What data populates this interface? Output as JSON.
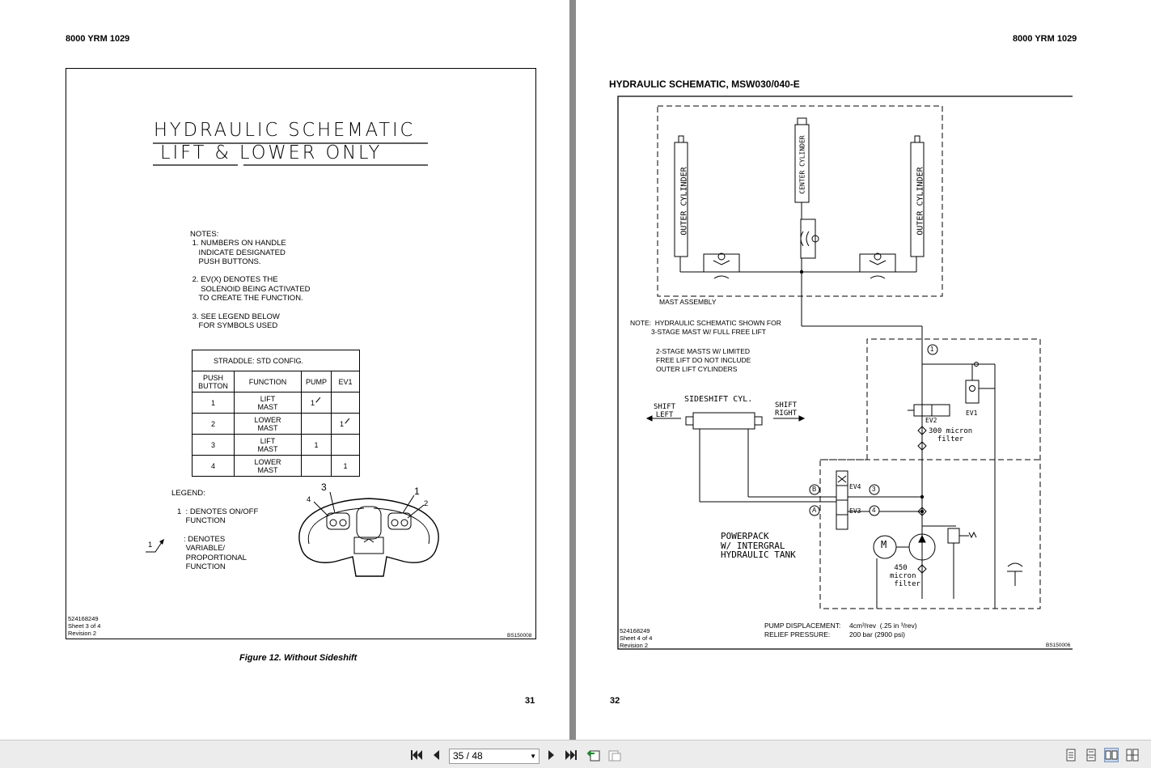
{
  "doc_code": "8000 YRM 1029",
  "left": {
    "title_line1": "HYDRAULIC SCHEMATIC",
    "title_line2": "LIFT & LOWER ONLY",
    "notes": "NOTES:\n 1. NUMBERS ON HANDLE\n    INDICATE DESIGNATED\n    PUSH BUTTONS.\n\n 2. EV(X) DENOTES THE\n     SOLENOID BEING ACTIVATED\n    TO CREATE THE FUNCTION.\n\n 3. SEE LEGEND BELOW\n    FOR SYMBOLS USED",
    "table": {
      "title": "STRADDLE: STD CONFIG.",
      "headers": [
        "PUSH\nBUTTON",
        "FUNCTION",
        "PUMP",
        "EV1"
      ],
      "rows": [
        [
          "1",
          "LIFT\nMAST",
          "1",
          ""
        ],
        [
          "2",
          "LOWER\nMAST",
          "",
          "1"
        ],
        [
          "3",
          "LIFT\nMAST",
          "1",
          ""
        ],
        [
          "4",
          "LOWER\nMAST",
          "",
          "1"
        ]
      ]
    },
    "legend_title": "LEGEND:",
    "legend_item1": "1  : DENOTES ON/OFF\n    FUNCTION",
    "legend_item2": ": DENOTES\n VARIABLE/\n PROPORTIONAL\n FUNCTION",
    "legend_symbol_num": "1",
    "handle_labels": [
      "1",
      "2",
      "3",
      "4"
    ],
    "sheet_info": "524168249\nSheet 3 of 4\nRevision 2",
    "drawing_code": "BS150008",
    "caption": "Figure 12. Without Sideshift",
    "page_number": "31"
  },
  "right": {
    "heading": "HYDRAULIC SCHEMATIC, MSW030/040-E",
    "outer_cylinder_label": "OUTER CYLINDER",
    "center_cylinder_label": "CENTER CYLINDER",
    "mast_assembly": "MAST ASSEMBLY",
    "note1": "NOTE:  HYDRAULIC SCHEMATIC SHOWN FOR\n           3-STAGE MAST W/ FULL FREE LIFT",
    "note2": "2-STAGE MASTS W/ LIMITED\nFREE LIFT DO NOT INCLUDE\nOUTER LIFT CYLINDERS",
    "sideshift_cyl": "SIDESHIFT CYL.",
    "shift_left": "SHIFT\nLEFT",
    "shift_right": "SHIFT\nRIGHT",
    "ev1": "EV1",
    "ev2": "EV2",
    "ev3": "EV3",
    "ev4": "EV4",
    "filter300": "300 micron\n  filter",
    "filter450": " 450\nmicron\n filter",
    "motor": "M",
    "port1": "1",
    "port3": "3",
    "port4": "4",
    "portA": "A",
    "portB": "B",
    "powerpack": "POWERPACK\nW/ INTERGRAL\nHYDRAULIC TANK",
    "pump_displacement_label": "PUMP DISPLACEMENT:",
    "pump_displacement_value": "4cm³/rev  (.25 in ³/rev)",
    "relief_pressure_label": "RELIEF PRESSURE:",
    "relief_pressure_value": "200 bar (2900 psi)",
    "sheet_info": "524168249\nSheet 4 of 4\nRevision 2",
    "drawing_code": "BS150006",
    "page_number": "32"
  },
  "toolbar": {
    "page_indicator": "35 / 48",
    "icons": [
      "first-page-icon",
      "previous-page-icon",
      "next-page-icon",
      "last-page-icon",
      "go-back-icon",
      "go-forward-icon",
      "single-page-view-icon",
      "continuous-view-icon",
      "facing-pages-view-icon",
      "continuous-facing-view-icon"
    ]
  }
}
